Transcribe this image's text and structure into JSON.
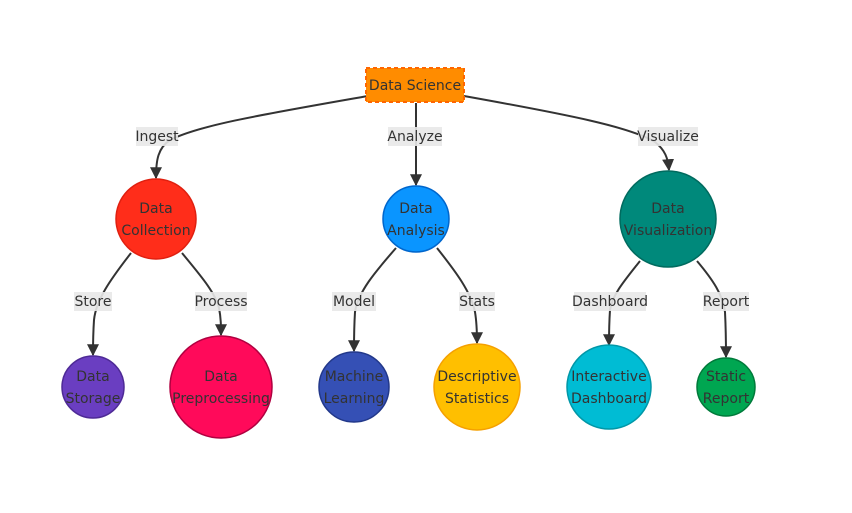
{
  "root": {
    "label": "Data Science",
    "fill": "#ff8c00",
    "stroke": "#ff6600"
  },
  "nodes": {
    "collection": {
      "lines": [
        "Data",
        "Collection"
      ],
      "fill": "#ff2d1a",
      "stroke": "#e02010"
    },
    "analysis": {
      "lines": [
        "Data",
        "Analysis"
      ],
      "fill": "#0a95ff",
      "stroke": "#0066cc"
    },
    "visualization": {
      "lines": [
        "Data",
        "Visualization"
      ],
      "fill": "#00897b",
      "stroke": "#006b5f"
    },
    "storage": {
      "lines": [
        "Data",
        "Storage"
      ],
      "fill": "#6a3ec1",
      "stroke": "#4e2a96"
    },
    "preprocessing": {
      "lines": [
        "Data",
        "Preprocessing"
      ],
      "fill": "#ff0a5a",
      "stroke": "#b00040"
    },
    "ml": {
      "lines": [
        "Machine",
        "Learning"
      ],
      "fill": "#3550b5",
      "stroke": "#22388a"
    },
    "descriptive": {
      "lines": [
        "Descriptive",
        "Statistics"
      ],
      "fill": "#ffbf00",
      "stroke": "#f5a000"
    },
    "interactive": {
      "lines": [
        "Interactive",
        "Dashboard"
      ],
      "fill": "#00bcd4",
      "stroke": "#0097a7"
    },
    "static": {
      "lines": [
        "Static",
        "Report"
      ],
      "fill": "#00a651",
      "stroke": "#007a3a"
    }
  },
  "edges": {
    "ingest": "Ingest",
    "analyze": "Analyze",
    "visualize": "Visualize",
    "store": "Store",
    "process": "Process",
    "model": "Model",
    "stats": "Stats",
    "dashboard": "Dashboard",
    "report": "Report"
  },
  "colors": {
    "edge": "#333333",
    "label_bg": "#e8e8e8",
    "text": "#333333"
  }
}
